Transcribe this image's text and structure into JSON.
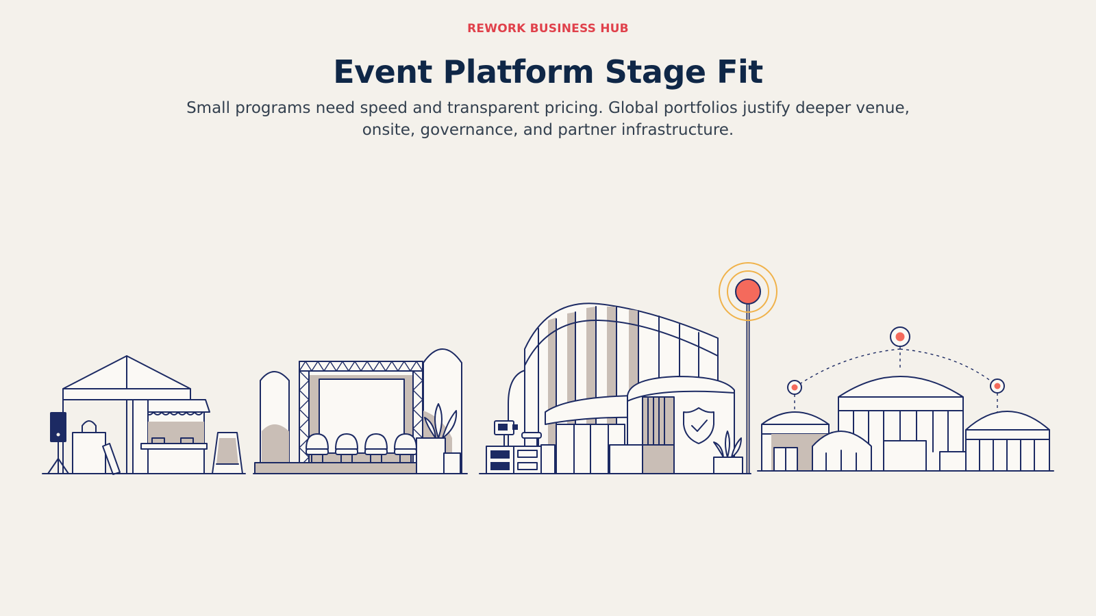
{
  "header": {
    "eyebrow": "REWORK BUSINESS HUB",
    "title": "Event Platform Stage Fit",
    "subtitle": "Small programs need speed and transparent pricing. Global portfolios justify deeper venue, onsite, governance, and partner infrastructure."
  },
  "illustration": {
    "stages": [
      {
        "name": "small-pop-up-booth",
        "icons": [
          "tent-icon",
          "speaker-icon",
          "shopping-bag-icon",
          "kiosk-icon",
          "a-frame-sign-icon"
        ]
      },
      {
        "name": "stage-with-seating",
        "icons": [
          "truss-stage-icon",
          "screen-icon",
          "chair-icon",
          "plant-icon"
        ]
      },
      {
        "name": "venue-building",
        "icons": [
          "building-icon",
          "registration-desk-icon",
          "shield-check-icon",
          "plant-icon"
        ]
      },
      {
        "name": "global-network-campus",
        "icons": [
          "domed-building-icon",
          "network-node-icon"
        ]
      }
    ],
    "colors": {
      "background": "#f4f1eb",
      "accent": "#e0414b",
      "title": "#0f2747",
      "line": "#1c2a63",
      "fill": "#c9beb6",
      "beacon": "#f46a5c",
      "beacon_ring": "#f0b24a"
    }
  }
}
